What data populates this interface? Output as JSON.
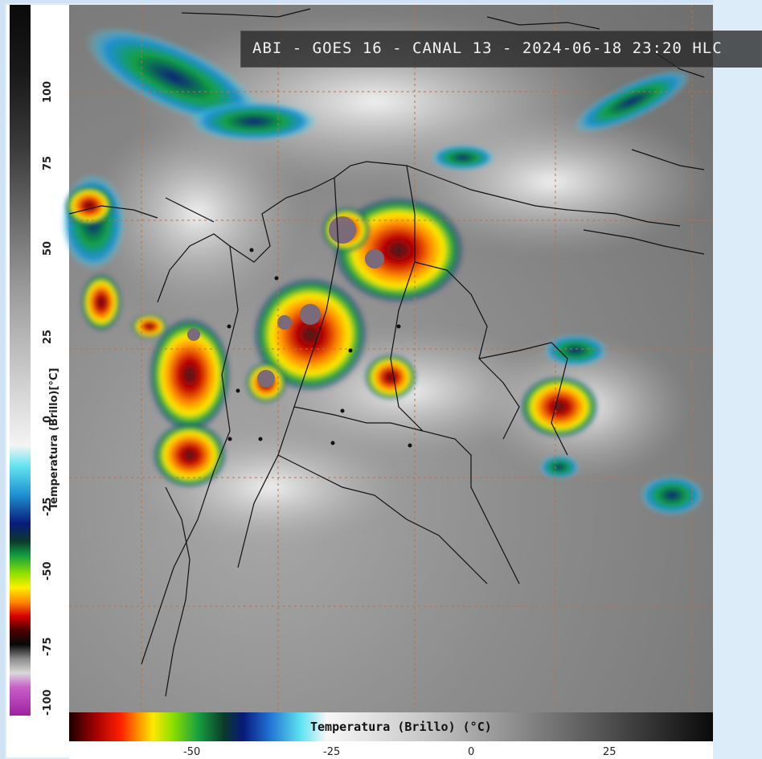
{
  "title": "ABI - GOES 16 - CANAL 13 - 2024-06-18 23:20 HLC",
  "vertical_colorbar": {
    "axis_title": "Temperatura (Brillo)[°C]",
    "ticks": [
      "100",
      "75",
      "50",
      "25",
      "0",
      "-25",
      "-50",
      "-75",
      "-100"
    ]
  },
  "horizontal_colorbar": {
    "title": "Temperatura (Brillo) (°C)",
    "ticks": [
      "-50",
      "-25",
      "0",
      "25"
    ]
  },
  "colors": {
    "cold_red": "#d80000",
    "cold_yellow": "#ffee00",
    "cold_green": "#12a040",
    "cold_blue": "#0a1a7a",
    "cyan": "#5fe3f0",
    "graticule": "#c0703a"
  }
}
